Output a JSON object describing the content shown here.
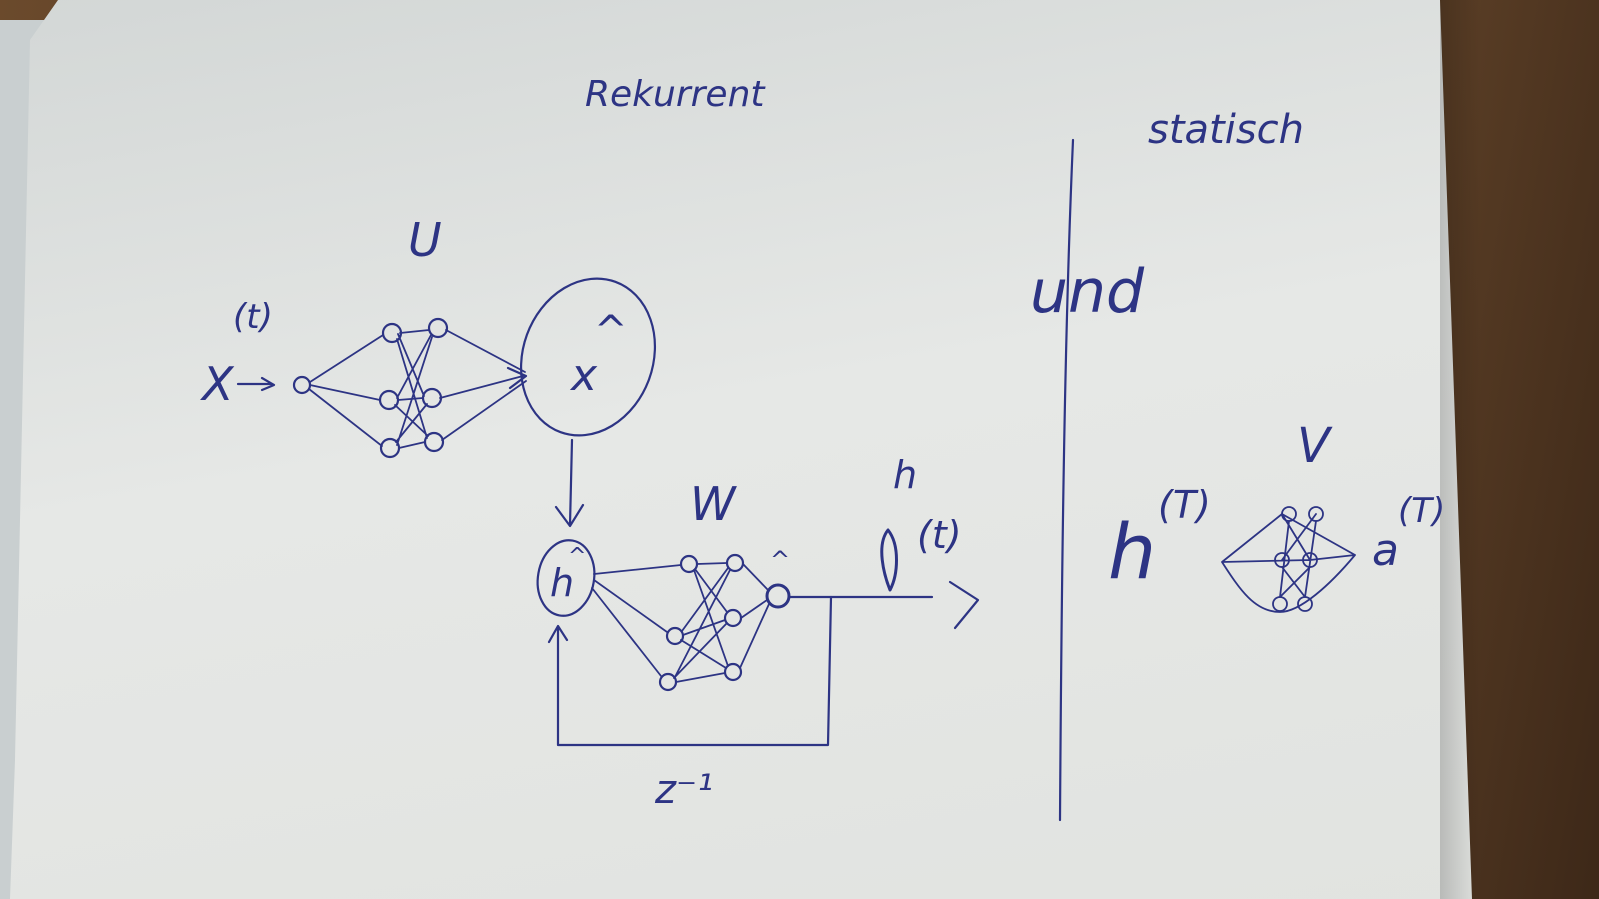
{
  "labels": {
    "title_left": "Rekurrent",
    "title_right": "statisch",
    "conjunction": "und",
    "weight_u": "U",
    "weight_w": "W",
    "weight_v": "V",
    "input_x": "X",
    "input_superscript": "(t)",
    "xhat_base": "x",
    "xhat_hat": "^",
    "hidden_h": "h",
    "hidden_hat": "^",
    "output_h": "h",
    "output_superscript": "(t)",
    "delay": "z⁻¹",
    "static_input": "h",
    "static_input_superscript": "(T)",
    "static_output": "a",
    "static_output_superscript": "(T)"
  }
}
